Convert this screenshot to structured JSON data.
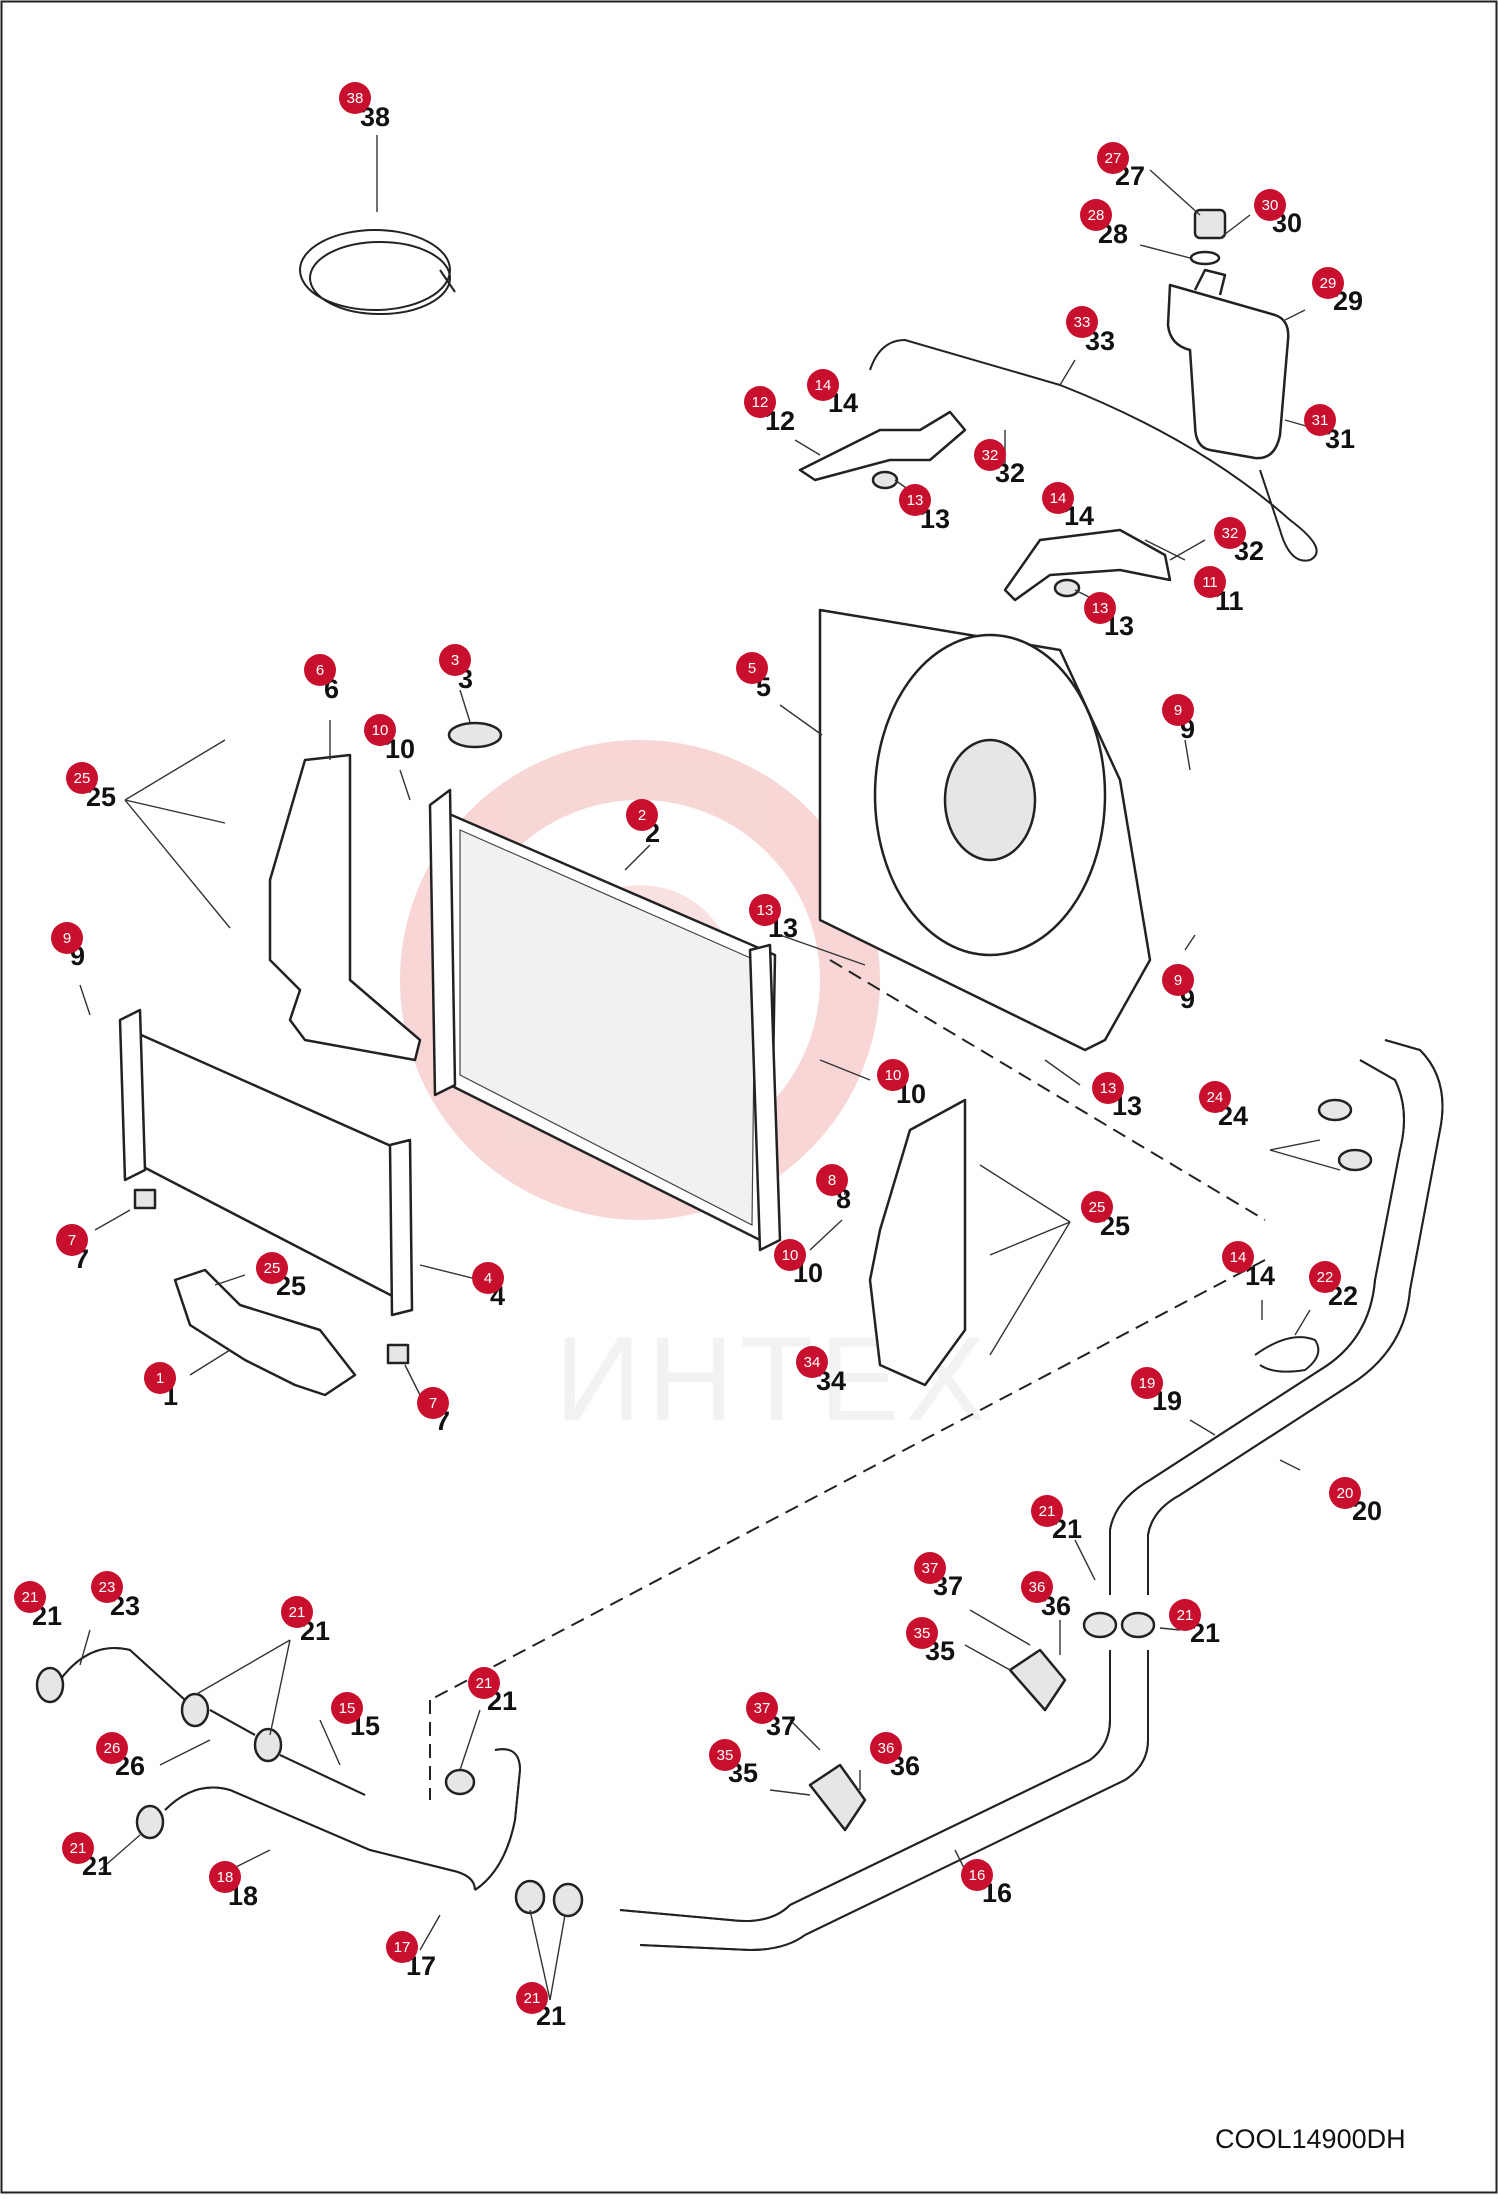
{
  "diagram_code": "COOL14900DH",
  "watermark_text": "ИНТЕХ",
  "badge_color": "#c8102e",
  "callouts": [
    {
      "id": "38",
      "text": "38"
    },
    {
      "id": "27",
      "text": "27"
    },
    {
      "id": "28",
      "text": "28"
    },
    {
      "id": "30",
      "text": "30"
    },
    {
      "id": "29",
      "text": "29"
    },
    {
      "id": "33",
      "text": "33"
    },
    {
      "id": "14a",
      "text": "14"
    },
    {
      "id": "12",
      "text": "12"
    },
    {
      "id": "32a",
      "text": "32"
    },
    {
      "id": "31",
      "text": "31"
    },
    {
      "id": "13a",
      "text": "13"
    },
    {
      "id": "14b",
      "text": "14"
    },
    {
      "id": "32b",
      "text": "32"
    },
    {
      "id": "11",
      "text": "11"
    },
    {
      "id": "13b",
      "text": "13"
    },
    {
      "id": "3",
      "text": "3"
    },
    {
      "id": "6",
      "text": "6"
    },
    {
      "id": "10a",
      "text": "10"
    },
    {
      "id": "5",
      "text": "5"
    },
    {
      "id": "9a",
      "text": "9"
    },
    {
      "id": "25a",
      "text": "25"
    },
    {
      "id": "2",
      "text": "2"
    },
    {
      "id": "13c",
      "text": "13"
    },
    {
      "id": "9b",
      "text": "9"
    },
    {
      "id": "9c",
      "text": "9"
    },
    {
      "id": "10b",
      "text": "10"
    },
    {
      "id": "13d",
      "text": "13"
    },
    {
      "id": "8",
      "text": "8"
    },
    {
      "id": "24",
      "text": "24"
    },
    {
      "id": "7a",
      "text": "7"
    },
    {
      "id": "25b",
      "text": "25"
    },
    {
      "id": "25c",
      "text": "25"
    },
    {
      "id": "4",
      "text": "4"
    },
    {
      "id": "10c",
      "text": "10"
    },
    {
      "id": "14c",
      "text": "14"
    },
    {
      "id": "22",
      "text": "22"
    },
    {
      "id": "1",
      "text": "1"
    },
    {
      "id": "7b",
      "text": "7"
    },
    {
      "id": "34",
      "text": "34"
    },
    {
      "id": "19",
      "text": "19"
    },
    {
      "id": "20",
      "text": "20"
    },
    {
      "id": "21a",
      "text": "21"
    },
    {
      "id": "37a",
      "text": "37"
    },
    {
      "id": "36a",
      "text": "36"
    },
    {
      "id": "21b",
      "text": "21"
    },
    {
      "id": "35a",
      "text": "35"
    },
    {
      "id": "21c",
      "text": "21"
    },
    {
      "id": "23",
      "text": "23"
    },
    {
      "id": "21d",
      "text": "21"
    },
    {
      "id": "21e",
      "text": "21"
    },
    {
      "id": "15",
      "text": "15"
    },
    {
      "id": "26",
      "text": "26"
    },
    {
      "id": "37b",
      "text": "37"
    },
    {
      "id": "36b",
      "text": "36"
    },
    {
      "id": "35b",
      "text": "35"
    },
    {
      "id": "21f",
      "text": "21"
    },
    {
      "id": "18",
      "text": "18"
    },
    {
      "id": "16",
      "text": "16"
    },
    {
      "id": "17",
      "text": "17"
    },
    {
      "id": "21g",
      "text": "21"
    }
  ]
}
